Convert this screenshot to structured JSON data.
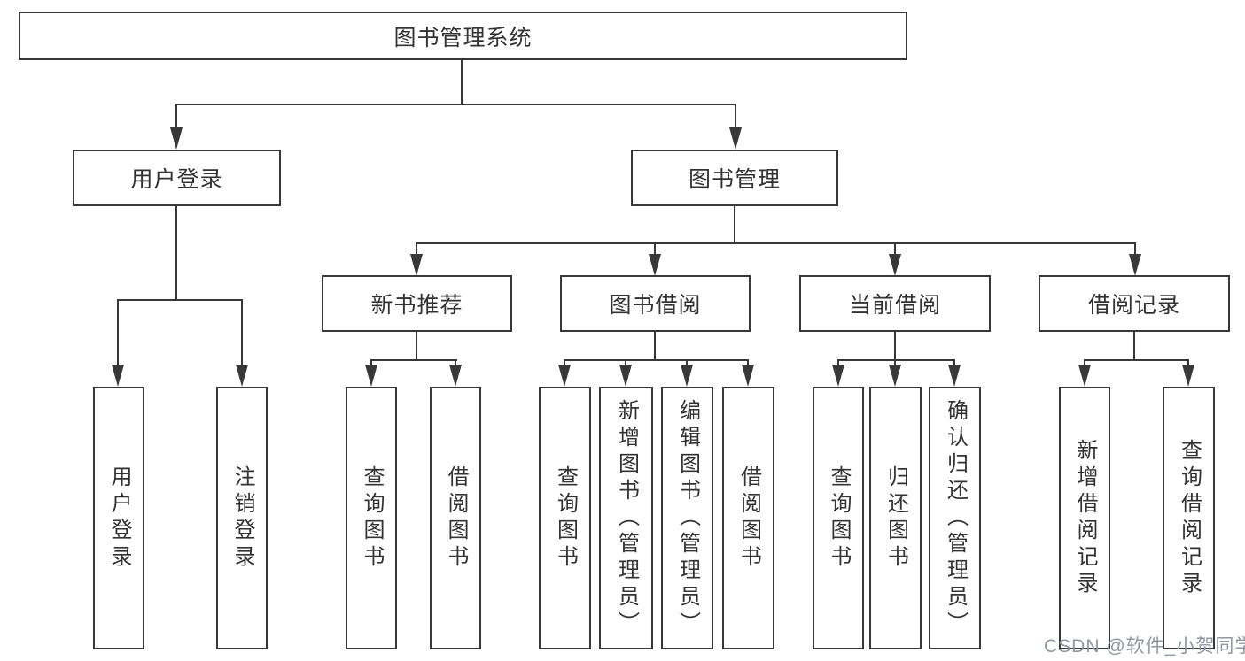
{
  "title": "图书管理系统",
  "level2": {
    "user_login": "用户登录",
    "book_manage": "图书管理"
  },
  "level3": {
    "new_books": "新书推荐",
    "book_borrow": "图书借阅",
    "current_borrow": "当前借阅",
    "borrow_records": "借阅记录"
  },
  "leaves": {
    "user_login": [
      "用户登录",
      "注销登录"
    ],
    "new_books": [
      "查询图书",
      "借阅图书"
    ],
    "book_borrow": [
      "查询图书",
      "新增图书（管理员）",
      "编辑图书（管理员）",
      "借阅图书"
    ],
    "current_borrow": [
      "查询图书",
      "归还图书",
      "确认归还（管理员）"
    ],
    "borrow_records": [
      "新增借阅记录",
      "查询借阅记录"
    ]
  },
  "watermark": "CSDN @软件_小贺同学",
  "colors": {
    "line": "#383838",
    "text": "#333333",
    "watermark": "#9097a0",
    "background": "#ffffff"
  }
}
